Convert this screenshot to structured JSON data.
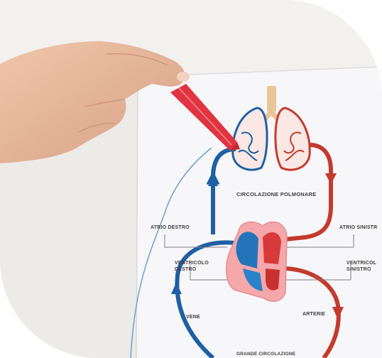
{
  "photo": {
    "subject": "circulatory-system-worksheet-photo",
    "labels": {
      "pulmonary": "CIRCOLAZIONE POLMONARE",
      "right_atrium": "ATRIO DESTRO",
      "left_atrium": "ATRIO SINISTR",
      "right_ventricle_1": "VENTRICOLO",
      "right_ventricle_2": "DESTRO",
      "left_ventricle_1": "VENTRICOL",
      "left_ventricle_2": "SINISTRO",
      "veins": "VENE",
      "arteries": "ARTERIE",
      "systemic": "GRANDE CIRCOLAZIONE"
    },
    "colors": {
      "artery_red": "#c43a2e",
      "vein_blue": "#1f5fa3",
      "heart_pink": "#f4a8aa",
      "marker_red": "#e03440",
      "lung_tan": "#e9c59a"
    }
  }
}
